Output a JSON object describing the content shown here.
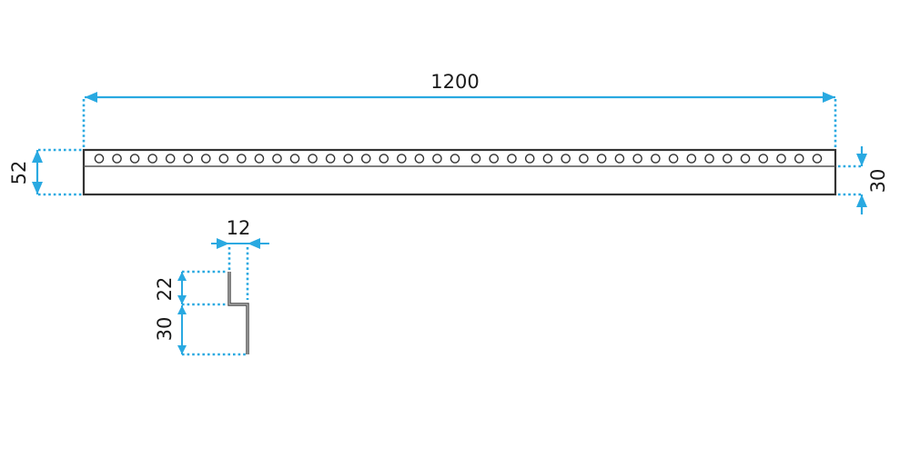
{
  "drawing": {
    "title": "Perforated profile strip with Z-section",
    "colors": {
      "dimension": "#29a9e1",
      "outline": "#333333",
      "profile_fill": "#999999",
      "text": "#1a1a1a"
    },
    "top_view": {
      "length_label": "1200",
      "height_label": "52",
      "lower_band_label": "30",
      "holes": {
        "left_group_count": 21,
        "right_group_count": 20,
        "total": 41
      }
    },
    "section_view": {
      "width_label": "12",
      "upper_leg_label": "22",
      "lower_leg_label": "30"
    }
  }
}
